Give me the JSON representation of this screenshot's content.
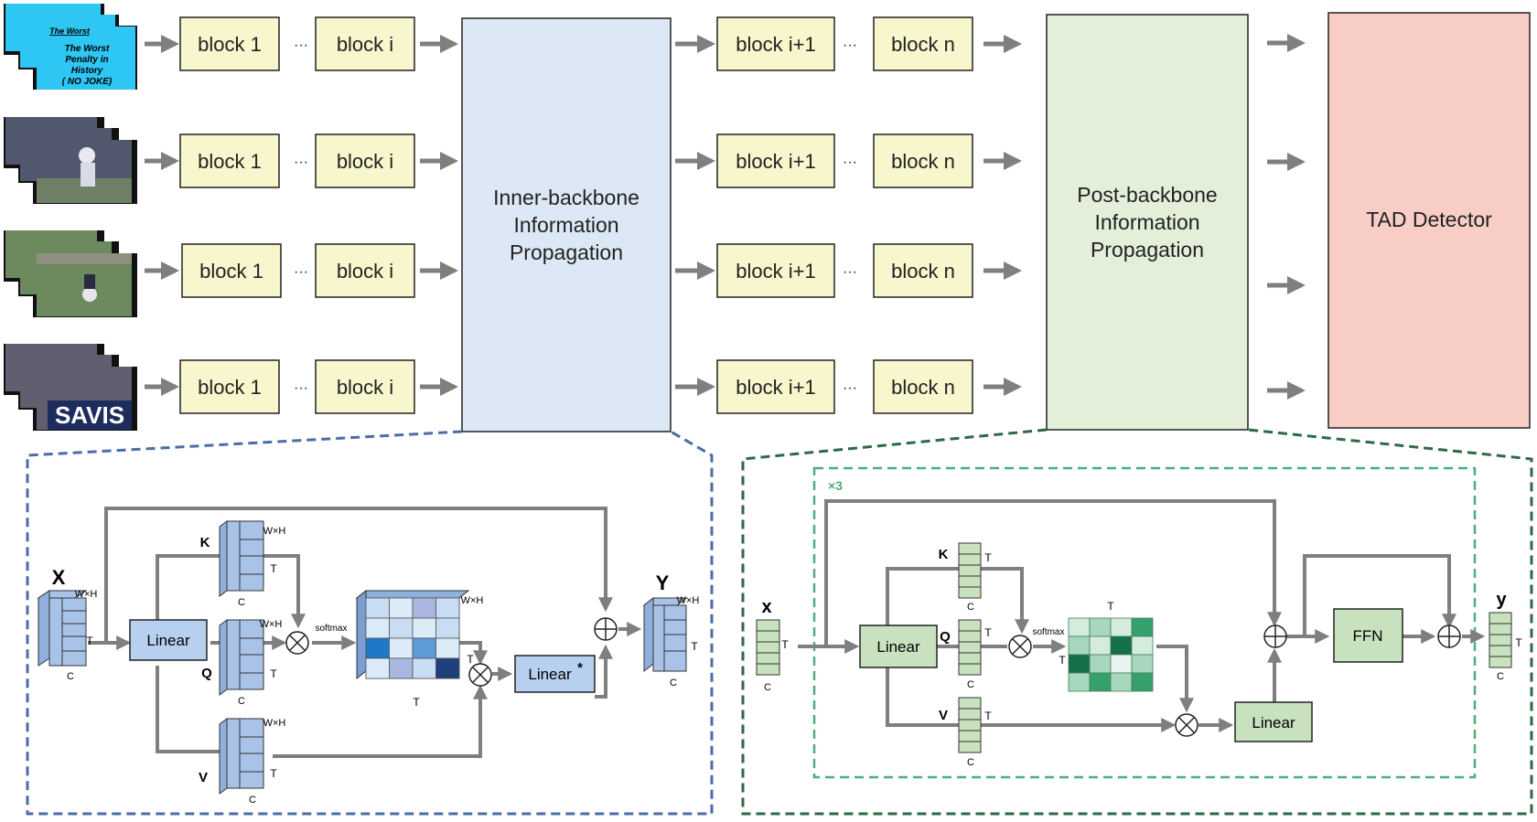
{
  "frames": {
    "clip1_caption": "The Worst",
    "clip1_title_lines": [
      "The Worst",
      "Penalty in",
      "History",
      "( NO JOKE)"
    ],
    "clip4_caption": "SAVIS",
    "colors": {
      "title_card": "#2ec6f2",
      "pitch_dark": "#51586d",
      "pitch_green": "#6c8a5e",
      "crowd": "#625e6f"
    }
  },
  "rows": [
    {
      "block_first": "block 1",
      "dots_left": "···",
      "block_i": "block i",
      "block_i1": "block i+1",
      "dots_right": "···",
      "block_n": "block n"
    },
    {
      "block_first": "block 1",
      "dots_left": "···",
      "block_i": "block i",
      "block_i1": "block i+1",
      "dots_right": "···",
      "block_n": "block n"
    },
    {
      "block_first": "block 1",
      "dots_left": "···",
      "block_i": "block i",
      "block_i1": "block i+1",
      "dots_right": "···",
      "block_n": "block n"
    },
    {
      "block_first": "block 1",
      "dots_left": "···",
      "block_i": "block i",
      "block_i1": "block i+1",
      "dots_right": "···",
      "block_n": "block n"
    }
  ],
  "inner_box": {
    "lines": [
      "Inner-backbone",
      "Information",
      "Propagation"
    ],
    "color": "#dce8f5"
  },
  "post_box": {
    "lines": [
      "Post-backbone",
      "Information",
      "Propagation"
    ],
    "color": "#e3efd9"
  },
  "tad_box": {
    "label": "TAD Detector",
    "color": "#f8cdc6"
  },
  "left_detail": {
    "x_label": "X",
    "y_label": "Y",
    "k_label": "K",
    "q_label": "Q",
    "v_label": "V",
    "linear_label": "Linear",
    "linear_star_label": "Linear",
    "star": "*",
    "softmax_label": "softmax",
    "wh": "W×H",
    "t": "T",
    "c": "C",
    "border_color": "#4a6ea6",
    "block_color": "#a9c3e8",
    "attention_colors": [
      "#c8dcf3",
      "#a9b7e0",
      "#1f78c8",
      "#1e3f7c",
      "#5b9bd8",
      "#dcebf8"
    ]
  },
  "right_detail": {
    "x_label": "x",
    "y_label": "y",
    "k_label": "K",
    "q_label": "Q",
    "v_label": "V",
    "linear_label": "Linear",
    "linear2_label": "Linear",
    "ffn_label": "FFN",
    "softmax_label": "softmax",
    "repeat_label": "×3",
    "t": "T",
    "c": "C",
    "border_color": "#2d6a44",
    "inner_border_color": "#4caf7a",
    "block_color": "#c8e2bf",
    "attention_colors": [
      "#d4ecde",
      "#a7d8bd",
      "#137049",
      "#35a06b",
      "#e8f5ee"
    ]
  }
}
